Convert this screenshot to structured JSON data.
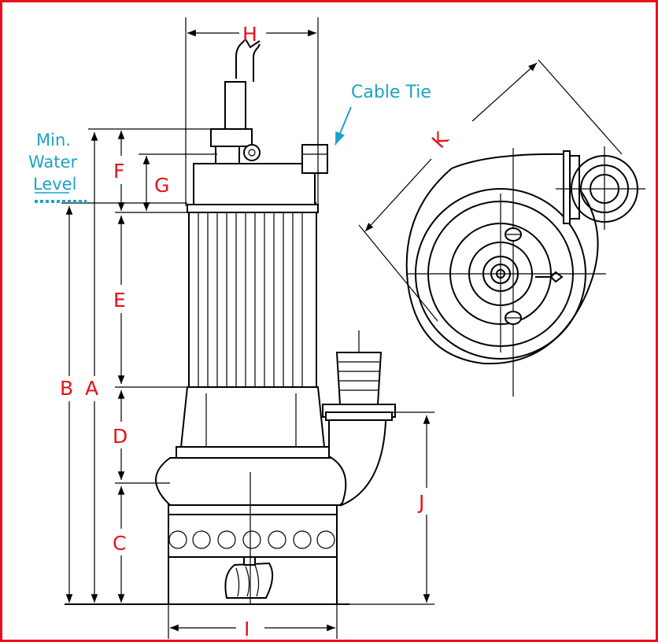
{
  "labels": {
    "A": "A",
    "B": "B",
    "C": "C",
    "D": "D",
    "E": "E",
    "F": "F",
    "G": "G",
    "H": "H",
    "I": "I",
    "J": "J",
    "K": "K"
  },
  "cable_tie": "Cable Tie",
  "water_level": {
    "line1": "Min.",
    "line2": "Water",
    "line3": "Level"
  },
  "colors": {
    "accent": "#e8111b",
    "callout": "#1aa3c6",
    "line": "#000000"
  }
}
